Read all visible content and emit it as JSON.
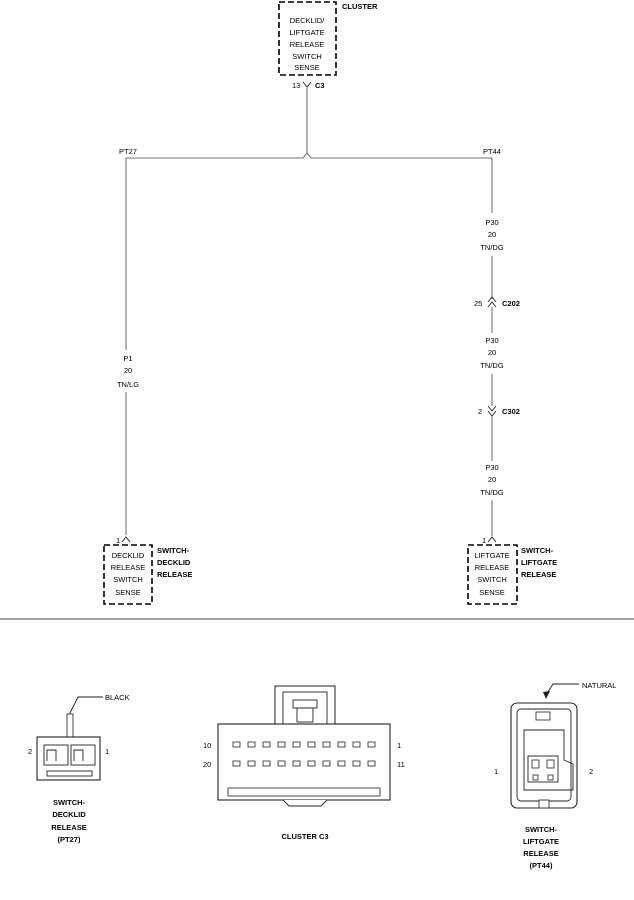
{
  "cluster": {
    "title": "CLUSTER",
    "box_lines": [
      "DECKLID/",
      "LIFTGATE",
      "RELEASE",
      "SWITCH",
      "SENSE"
    ],
    "pin": "13",
    "connector": "C3"
  },
  "splice_left": "PT27",
  "splice_right": "PT44",
  "wire_left": {
    "circuit": "P1",
    "gauge": "20",
    "color": "TN/LG"
  },
  "wire_right_1": {
    "circuit": "P30",
    "gauge": "20",
    "color": "TN/DG"
  },
  "wire_right_2": {
    "circuit": "P30",
    "gauge": "20",
    "color": "TN/DG"
  },
  "wire_right_3": {
    "circuit": "P30",
    "gauge": "20",
    "color": "TN/DG"
  },
  "c202": {
    "pin": "25",
    "name": "C202"
  },
  "c302": {
    "pin": "2",
    "name": "C302"
  },
  "switch_left": {
    "pin": "1",
    "box_lines": [
      "DECKLID",
      "RELEASE",
      "SWITCH",
      "SENSE"
    ],
    "label_lines": [
      "SWITCH-",
      "DECKLID",
      "RELEASE"
    ]
  },
  "switch_right": {
    "pin": "1",
    "box_lines": [
      "LIFTGATE",
      "RELEASE",
      "SWITCH",
      "SENSE"
    ],
    "label_lines": [
      "SWITCH-",
      "LIFTGATE",
      "RELEASE"
    ]
  },
  "conn_left": {
    "color_label": "BLACK",
    "pin_left": "2",
    "pin_right": "1",
    "caption_lines": [
      "SWITCH-",
      "DECKLID",
      "RELEASE",
      "(PT27)"
    ]
  },
  "conn_center": {
    "pin_tl": "10",
    "pin_tr": "1",
    "pin_bl": "20",
    "pin_br": "11",
    "caption": "CLUSTER C3"
  },
  "conn_right": {
    "color_label": "NATURAL",
    "pin_left": "1",
    "pin_right": "2",
    "caption_lines": [
      "SWITCH-",
      "LIFTGATE",
      "RELEASE",
      "(PT44)"
    ]
  }
}
